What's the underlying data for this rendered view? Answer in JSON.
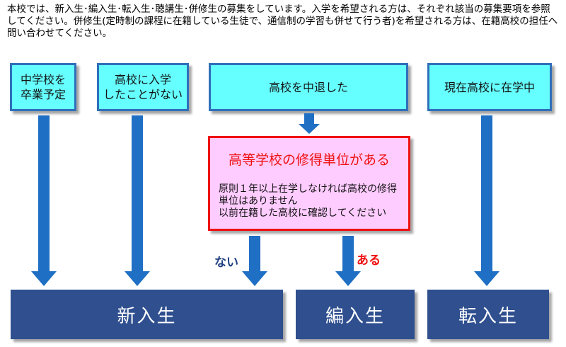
{
  "intro_text": "本校では、新入生･編入生･転入生･聴講生･併修生の募集をしています。入学を希望される方は、それぞれ該当の募集要項を参照してください。併修生(定時制の課程に在籍している生徒で、通信制の学習も併せて行う者)を希望される方は、在籍高校の担任へ問い合わせてください。",
  "conditions": {
    "middle_school": "中学校を\n卒業予定",
    "never_entered": "高校に入学\nしたことがない",
    "dropped_out": "高校を中退した",
    "currently_enrolled": "現在高校に在学中"
  },
  "credits_box": {
    "title": "高等学校の修得単位がある",
    "body": "原則１年以上在学しなければ高校の修得単位はありません\n以前在籍した高校に確認してください"
  },
  "branch_labels": {
    "no": "ない",
    "yes": "ある"
  },
  "outcomes": {
    "new": "新入生",
    "transfer_credit": "編入生",
    "transfer": "転入生"
  },
  "colors": {
    "condition_fill": "#66ffff",
    "condition_border": "#2f6fba",
    "arrow": "#1f6fc4",
    "outcome_fill": "#2f4f8f",
    "credits_fill": "#ffccff",
    "credits_accent": "#ee1111"
  }
}
